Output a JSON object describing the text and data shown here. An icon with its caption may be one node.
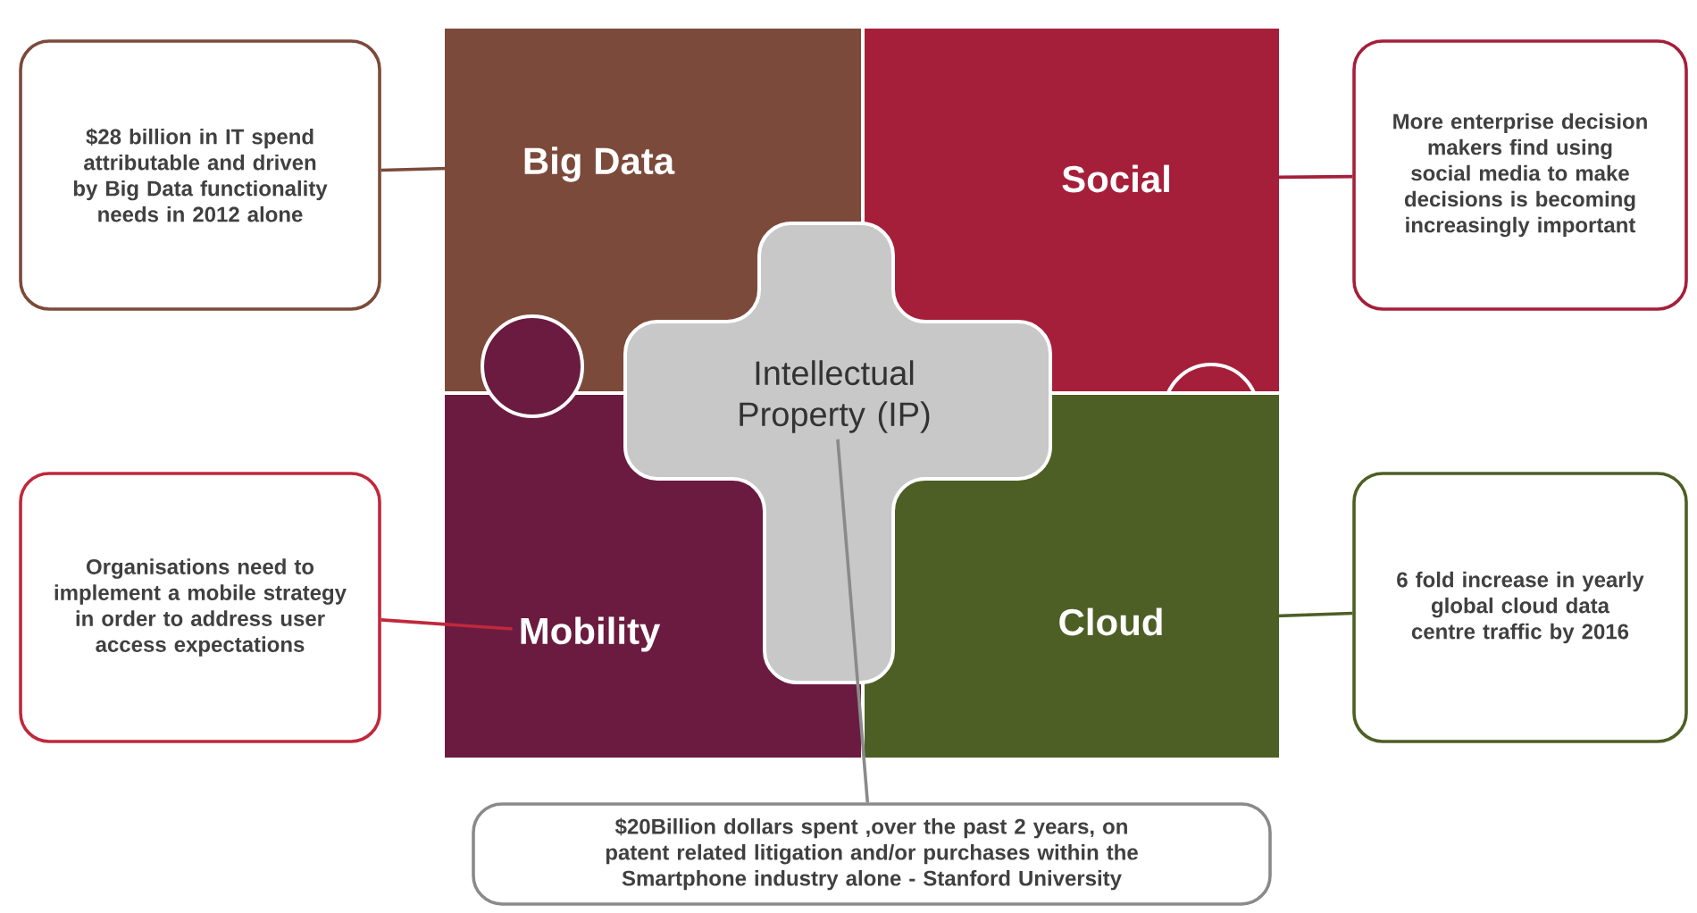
{
  "diagram": {
    "nodes": [
      {
        "text": [
          "Big Data"
        ]
      },
      {
        "text": [
          "Social"
        ]
      },
      {
        "text": [
          "Mobility"
        ]
      },
      {
        "text": [
          "Cloud"
        ]
      },
      {
        "text": [
          "Intellectual Property (IP)"
        ]
      },
      {
        "text": [
          "$28 billion in IT spend attributable and driven by Big Data functionality needs in 2012 alone"
        ]
      },
      {
        "text": [
          "More enterprise decision makers find using social media to make decisions is becoming increasingly important"
        ]
      },
      {
        "text": [
          "Organisations need to implement a mobile strategy in order to address user access expectations"
        ]
      },
      {
        "text": [
          "6 fold increase in yearly global cloud data centre traffic by 2016"
        ]
      },
      {
        "text": [
          "$20Billion dollars spent ,over the past 2 years, on patent related litigation and/or purchases within the Smartphone industry alone - Stanford University"
        ]
      }
    ],
    "edges": [
      {
        "from": 5,
        "to": 0,
        "arrow": "none",
        "color": "#7b4a3a"
      },
      {
        "from": 6,
        "to": 1,
        "arrow": "none",
        "color": "#a51f3a"
      },
      {
        "from": 7,
        "to": 2,
        "arrow": "none",
        "color": "#c0283c"
      },
      {
        "from": 8,
        "to": 3,
        "arrow": "none",
        "color": "#4d5f24"
      },
      {
        "from": 9,
        "to": 4,
        "arrow": "none",
        "color": "#8a8a8a"
      }
    ]
  }
}
